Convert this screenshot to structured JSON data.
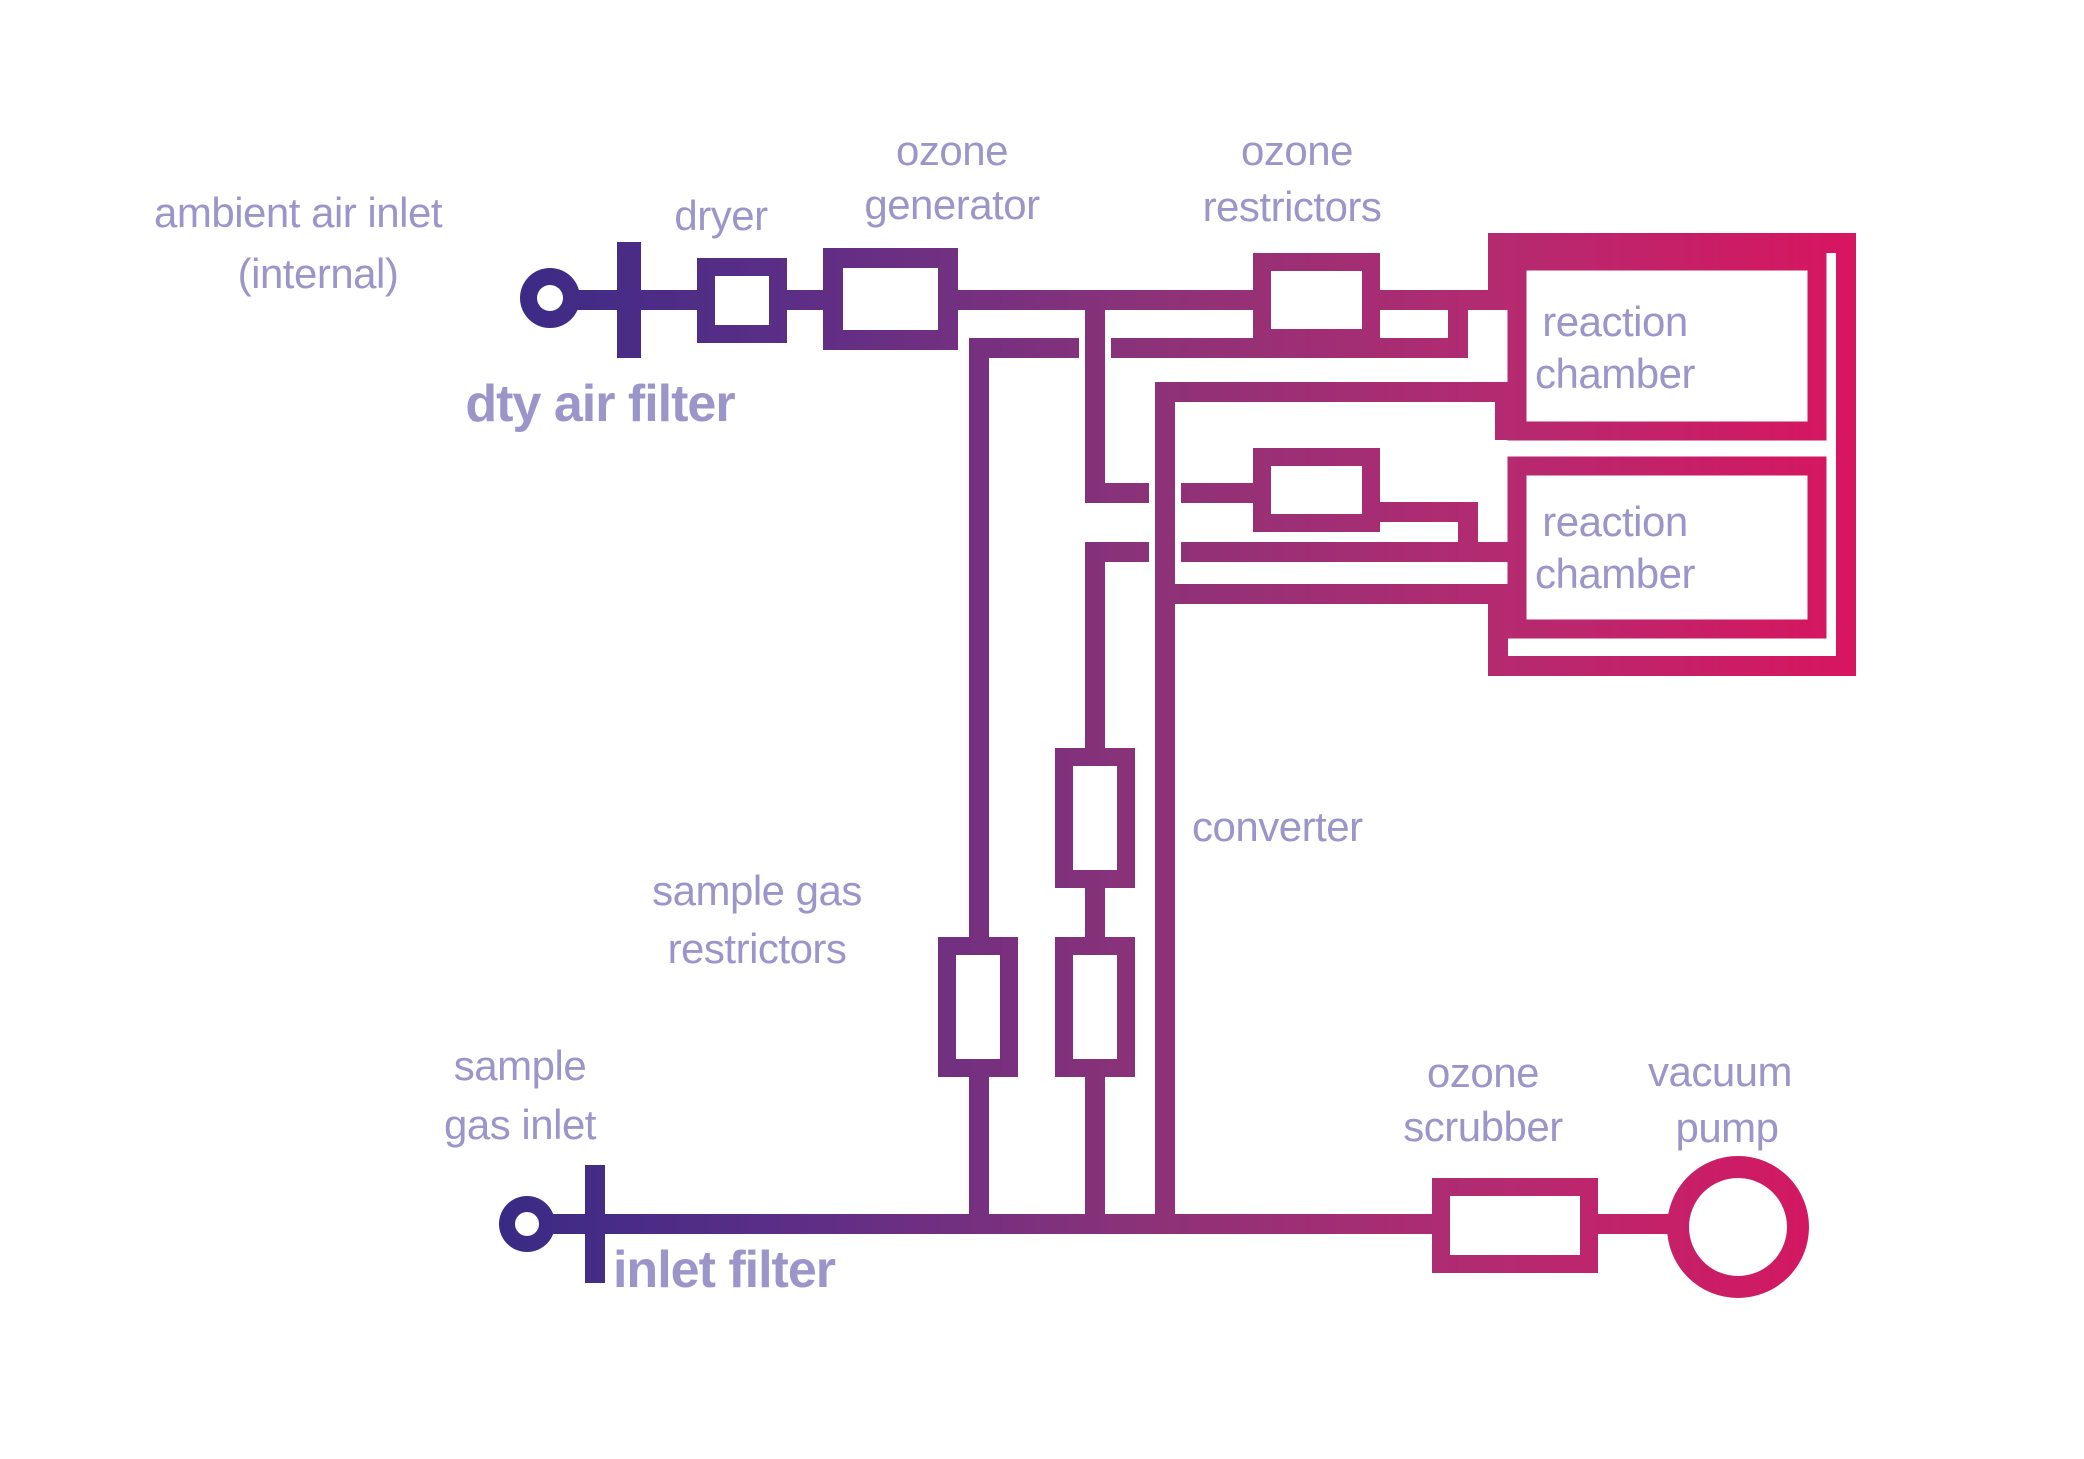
{
  "diagram": {
    "labels": {
      "ambient_air_inlet_1": "ambient air inlet",
      "ambient_air_inlet_2": "(internal)",
      "dry_air_filter": "dty air filter",
      "dryer": "dryer",
      "ozone_generator_1": "ozone",
      "ozone_generator_2": "generator",
      "ozone_restrictors_1": "ozone",
      "ozone_restrictors_2": "restrictors",
      "reaction_chamber_1_line1": "reaction",
      "reaction_chamber_1_line2": "chamber",
      "reaction_chamber_2_line1": "reaction",
      "reaction_chamber_2_line2": "chamber",
      "converter": "converter",
      "sample_gas_restrictors_1": "sample gas",
      "sample_gas_restrictors_2": "restrictors",
      "sample_gas_inlet_1": "sample",
      "sample_gas_inlet_2": "gas inlet",
      "inlet_filter": "inlet filter",
      "ozone_scrubber_1": "ozone",
      "ozone_scrubber_2": "scrubber",
      "vacuum_pump_1": "vacuum",
      "vacuum_pump_2": "pump"
    },
    "colors": {
      "label": "#9b95c9",
      "gradient": [
        "#332a85",
        "#5e2e86",
        "#8d3278",
        "#b52a70",
        "#d8155f"
      ]
    }
  }
}
